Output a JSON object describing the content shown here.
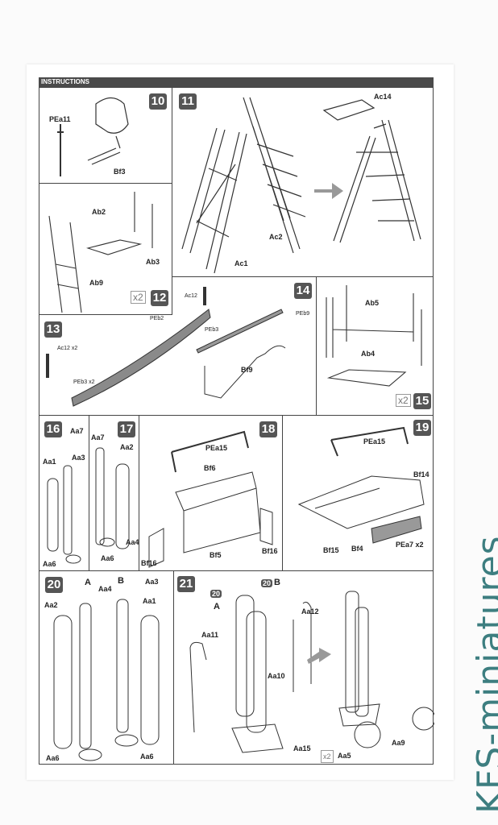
{
  "header": {
    "title": "INSTRUCTIONS"
  },
  "steps": {
    "s10": {
      "num": "10",
      "labels": [
        "PEa11",
        "Bf3"
      ]
    },
    "s11": {
      "num": "11",
      "labels": [
        "Ac1",
        "Ac2",
        "Ac14"
      ]
    },
    "s12": {
      "num": "12",
      "multiplier": "x2",
      "labels": [
        "Ab2",
        "Ab3",
        "Ab9"
      ]
    },
    "s13": {
      "num": "13",
      "labels": [
        "PEb2",
        "Ac12",
        "PEb3",
        "Ac12 x2",
        "PEb3 x2"
      ]
    },
    "s14": {
      "num": "14",
      "labels": [
        "PEb9",
        "Bf9"
      ]
    },
    "s15": {
      "num": "15",
      "multiplier": "x2",
      "labels": [
        "Ab5",
        "Ab4"
      ]
    },
    "s16": {
      "num": "16",
      "labels": [
        "Aa7",
        "Aa3",
        "Aa1",
        "Aa6"
      ]
    },
    "s17": {
      "num": "17",
      "labels": [
        "Aa7",
        "Aa2",
        "Aa4",
        "Aa6"
      ]
    },
    "s18": {
      "num": "18",
      "labels": [
        "PEa15",
        "Bf6",
        "Bf5",
        "Bf16",
        "Bf16"
      ]
    },
    "s19": {
      "num": "19",
      "labels": [
        "PEa15",
        "Bf14",
        "Bf15",
        "Bf4",
        "PEa7 x2"
      ]
    },
    "s20": {
      "num": "20",
      "labels": [
        "A",
        "B",
        "Aa4",
        "Aa3",
        "Aa2",
        "Aa1",
        "Aa6",
        "Aa6"
      ]
    },
    "s21": {
      "num": "21",
      "labels": [
        "20",
        "A",
        "20",
        "B",
        "Aa12",
        "Aa11",
        "Aa10",
        "Aa15",
        "x2",
        "Aa5",
        "Aa9"
      ]
    }
  },
  "watermark": "KFS-miniatures",
  "colors": {
    "badge": "#555555",
    "watermark": "#3d7e80"
  }
}
